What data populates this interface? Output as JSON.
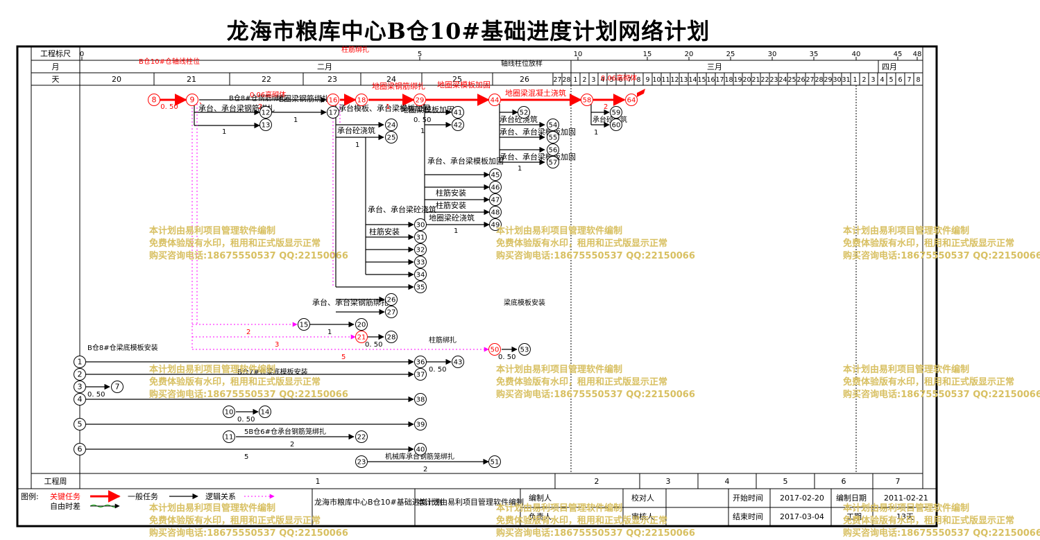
{
  "title": "龙海市粮库中心B仓10#基础进度计划网络计划",
  "header": {
    "scale_label": "工程标尺",
    "month_label": "月",
    "day_label": "天",
    "week_label": "工程周",
    "scale_ticks": [
      "0",
      "5",
      "10",
      "15",
      "20",
      "25",
      "30",
      "35",
      "40",
      "45",
      "48"
    ],
    "months": [
      "二月",
      "三月",
      "四月"
    ],
    "days": [
      "20",
      "21",
      "22",
      "23",
      "24",
      "25",
      "26",
      "27",
      "28",
      "1",
      "2",
      "3",
      "4",
      "5",
      "6",
      "7",
      "8",
      "9",
      "10",
      "11",
      "12",
      "13",
      "14",
      "15",
      "16",
      "17",
      "18",
      "19",
      "20",
      "21",
      "22",
      "23",
      "24",
      "25",
      "26",
      "27",
      "28",
      "29",
      "30",
      "31",
      "1",
      "2",
      "3",
      "4",
      "5",
      "6",
      "7",
      "8"
    ],
    "weeks": [
      "1",
      "2",
      "3",
      "4",
      "5",
      "6",
      "7"
    ]
  },
  "nodes": [
    "8",
    "9",
    "12",
    "13",
    "16",
    "17",
    "18",
    "24",
    "25",
    "29",
    "41",
    "42",
    "44",
    "52",
    "54",
    "55",
    "56",
    "57",
    "45",
    "46",
    "47",
    "48",
    "49",
    "30",
    "31",
    "32",
    "33",
    "34",
    "35",
    "26",
    "27",
    "15",
    "20",
    "21",
    "28",
    "50",
    "53",
    "1",
    "2",
    "3",
    "4",
    "5",
    "6",
    "7",
    "10",
    "11",
    "14",
    "22",
    "23",
    "36",
    "37",
    "38",
    "39",
    "40",
    "43",
    "51",
    "58",
    "59",
    "60",
    "64"
  ],
  "labels": {
    "b10_axis": "B仓10#仓轴线柱位",
    "v050": "0. 50",
    "bcang8": "B仓8#仓钢筋绑扎",
    "high_pour": "0.06高砌体",
    "dq_bind": "地圈梁钢筋绑扎",
    "ct_bind": "承台、承台梁钢筋绑扎",
    "col_bind": "柱筋绑扎",
    "ct_formwork": "承台模板、承台梁模板加固",
    "ct_pour1": "承台砼浇筑",
    "dq_beam_bind": "地圈梁钢筋绑扎",
    "dq_form_add": "地圈梁模板加固",
    "dq_form": "地圈梁模板加固",
    "axis_col": "轴线柱位放样",
    "dq_pour": "地圈梁混凝土浇筑",
    "beam_pour": "承台砼浇筑",
    "ct_form2": "承台、承台梁模板加固",
    "ct_form3": "承台、承台梁模板加固",
    "col_install": "柱筋安装",
    "dq_pour2": "地圈梁砼浇筑",
    "ct_pour2": "承台、承台梁砼浇筑",
    "ct_rebar": "承台、承台梁钢筋绑扎",
    "liang_form": "梁底模板安装",
    "c8_form": "B仓8#仓梁底模板安装",
    "c7_form": "B仓7#仓梁底模板安装",
    "c6_bind": "5B仓6#仓承台钢筋笼绑扎",
    "jx_bind": "机械库承台钢筋笼绑扎",
    "col_rebar": "柱筋绑扎",
    "hight_wall": "0.06高砌体",
    "wall_pour": "承台砼浇筑",
    "n1": "1",
    "n2": "2",
    "n3": "3",
    "n5": "5"
  },
  "legend": {
    "prefix": "图例:",
    "critical": "关键任务",
    "general": "一般任务",
    "logic": "逻辑关系",
    "float": "自由时差"
  },
  "footer": {
    "project": "龙海市粮库中心B仓10#基础进度计划",
    "software": "本计划由易利项目管理软件编制",
    "editor_label": "编制人",
    "owner_label": "负责人",
    "checker_label": "校对人",
    "reviewer_label": "审核人",
    "start_label": "开始时间",
    "start_value": "2017-02-20",
    "end_label": "结束时间",
    "end_value": "2017-03-04",
    "date_label": "编制日期",
    "date_value": "2011-02-21",
    "duration_label": "工期",
    "duration_value": "13天"
  },
  "watermark": {
    "line1": "本计划由易利项目管理软件编制",
    "line2": "免费体验版有水印，租用和正式版显示正常",
    "line3": "购买咨询电话:18675550537 QQ:22150066"
  },
  "colors": {
    "critical": "#ff0000",
    "logic": "#ff00ff",
    "float": "#00aa00",
    "watermark": "#d8c062"
  }
}
